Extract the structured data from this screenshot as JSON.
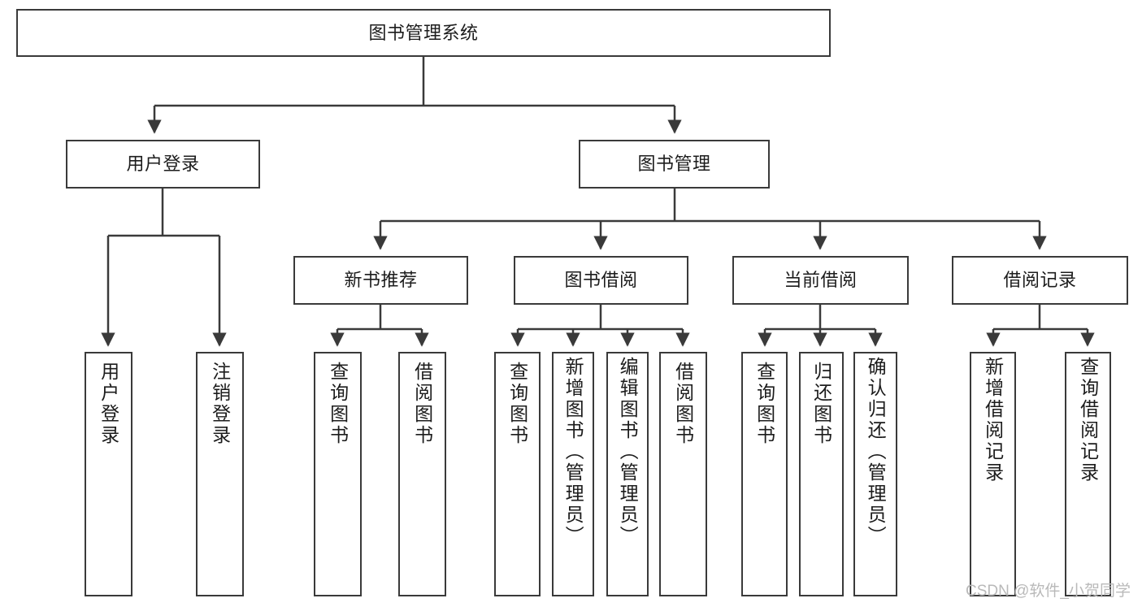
{
  "diagram": {
    "type": "tree-hierarchy-flowchart",
    "title": "图书管理系统",
    "orientation": "top-down",
    "levels": 4,
    "colors": {
      "node_border": "#3a3a3a",
      "node_fill": "#ffffff",
      "edge": "#3a3a3a",
      "text": "#1c1c1c",
      "watermark": "#b9b9b9",
      "background": "#ffffff"
    }
  },
  "root": {
    "label": "图书管理系统"
  },
  "level2": [
    {
      "label": "用户登录"
    },
    {
      "label": "图书管理"
    }
  ],
  "level3": [
    {
      "label": "新书推荐"
    },
    {
      "label": "图书借阅"
    },
    {
      "label": "当前借阅"
    },
    {
      "label": "借阅记录"
    }
  ],
  "leaves": {
    "user_login": [
      {
        "label": "用户登录"
      },
      {
        "label": "注销登录"
      }
    ],
    "new_book_recommend": [
      {
        "label": "查询图书"
      },
      {
        "label": "借阅图书"
      }
    ],
    "book_borrow": [
      {
        "label": "查询图书"
      },
      {
        "label": "新增图书（管理员）"
      },
      {
        "label": "编辑图书（管理员）"
      },
      {
        "label": "借阅图书"
      }
    ],
    "current_borrow": [
      {
        "label": "查询图书"
      },
      {
        "label": "归还图书"
      },
      {
        "label": "确认归还（管理员）"
      }
    ],
    "borrow_record": [
      {
        "label": "新增借阅记录"
      },
      {
        "label": "查询借阅记录"
      }
    ]
  },
  "watermark": {
    "text": "CSDN @软件_小贺同学"
  }
}
